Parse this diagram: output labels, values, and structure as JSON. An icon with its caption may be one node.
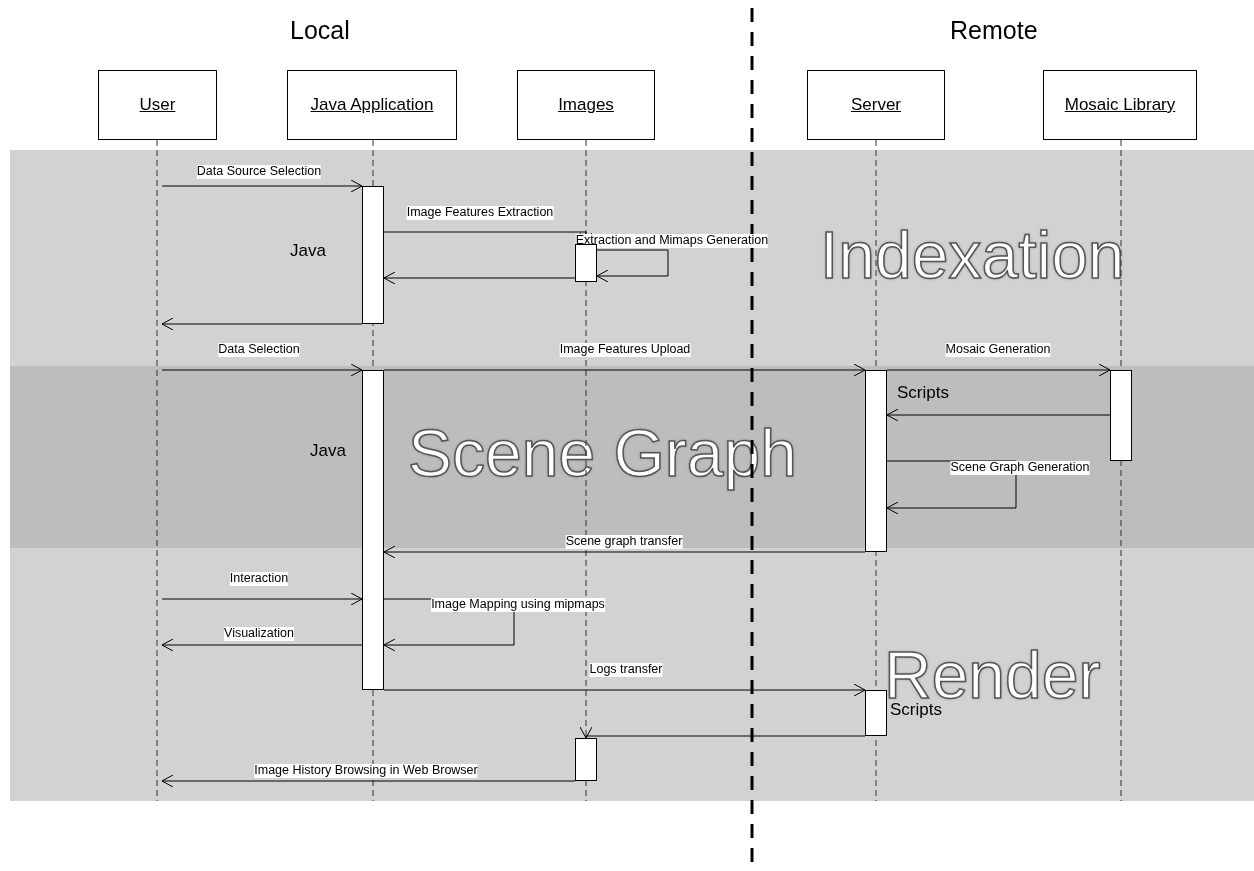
{
  "diagram": {
    "nodes": [
      {
        "text": [
          "User"
        ]
      },
      {
        "text": [
          "Java Application"
        ]
      },
      {
        "text": [
          "Images"
        ]
      },
      {
        "text": [
          "Server"
        ]
      },
      {
        "text": [
          "Mosaic Library"
        ]
      },
      {
        "text": [],
        "shape": "line"
      },
      {
        "text": [],
        "shape": "bar",
        "beside": [
          "Java"
        ]
      },
      {
        "text": [],
        "shape": "bar"
      },
      {
        "text": [],
        "shape": "bar",
        "beside": [
          "Java"
        ]
      },
      {
        "text": [],
        "shape": "bar",
        "beside": [
          "Scripts"
        ]
      },
      {
        "text": [],
        "shape": "bar"
      },
      {
        "text": [],
        "shape": "bar",
        "beside": [
          "Scripts"
        ]
      },
      {
        "text": [],
        "shape": "bar"
      }
    ],
    "edges": [
      {
        "from": 5,
        "to": 6,
        "arrow": "to",
        "label": "Data Source Selection"
      },
      {
        "from": 6,
        "to": 7,
        "arrow": "to",
        "label": "Image Features Extraction"
      },
      {
        "from": 7,
        "to": 7,
        "arrow": "to",
        "label": "Extraction and Mimaps Generation"
      },
      {
        "from": 7,
        "to": 6,
        "arrow": "to"
      },
      {
        "from": 6,
        "to": 5,
        "arrow": "to"
      },
      {
        "from": 5,
        "to": 8,
        "arrow": "to",
        "label": "Data Selection"
      },
      {
        "from": 8,
        "to": 9,
        "arrow": "to",
        "label": "Image Features Upload"
      },
      {
        "from": 9,
        "to": 10,
        "arrow": "to",
        "label": "Mosaic Generation"
      },
      {
        "from": 10,
        "to": 9,
        "arrow": "to"
      },
      {
        "from": 9,
        "to": 9,
        "arrow": "to",
        "label": "Scene Graph Generation"
      },
      {
        "from": 9,
        "to": 8,
        "arrow": "to",
        "label": "Scene graph transfer"
      },
      {
        "from": 5,
        "to": 8,
        "arrow": "to",
        "label": "Interaction"
      },
      {
        "from": 8,
        "to": 8,
        "arrow": "to",
        "label": "Image Mapping using mipmaps"
      },
      {
        "from": 8,
        "to": 5,
        "arrow": "to",
        "label": "Visualization"
      },
      {
        "from": 8,
        "to": 11,
        "arrow": "to",
        "label": "Logs transfer"
      },
      {
        "from": 11,
        "to": 12,
        "arrow": "to"
      },
      {
        "from": 12,
        "to": 5,
        "arrow": "to",
        "label": "Image History Browsing in Web Browser"
      }
    ],
    "labels": [
      "Local",
      "Remote",
      "Indexation",
      "Scene Graph",
      "Render"
    ]
  }
}
